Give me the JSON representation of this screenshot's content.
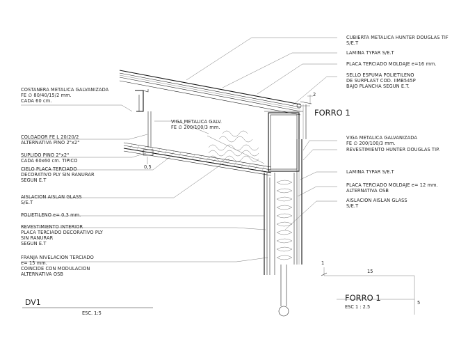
{
  "labels_right": [
    "CUBIERTA METALICA HUNTER DOUGLAS TIF",
    "S/E.T",
    "LAMINA TYPAR S/E.T",
    "PLACA TERCIADO MOLDAJE e=16 mm.",
    "SELLO ESPUMA POLIETILENO",
    "DE SURPLAST COD. IIMB545P",
    "BAJO PLANCHA SEGUN E.T.",
    "VIGA METALICA GALVANIZADA",
    "FE ∅ 200/100/3 mm.",
    "REVESTIMIENTO HUNTER DOUGLAS TIP.",
    "LAMINA TYPAR S/E.T",
    "PLACA TERCIADO MOLDAJE e= 12 mm.",
    "ALTERNATIVA OSB",
    "AISLACION AISLAN GLASS",
    "S/E.T"
  ],
  "labels_left": [
    "COSTANERA METALICA GALVANIZADA",
    "FE ∅ 80/40/15/2 mm.",
    "CADA 60 cm.",
    "COLGADOR FE L 20/20/2",
    "ALTERNATIVA PINO 2\"x2\"",
    "SUPLIDO PINO 2\"x2\"",
    "CADA 60x60 cm. TIPICO",
    "CIELO PLACA TERCIADO",
    "DECORATIVO PLY SIN RANURAR",
    "SEGUN E.T",
    "AISLACION AISLAN GLASS",
    "S/E.T",
    "POLIETILENO e= 0,3 mm.",
    "REVESTIMIENTO INTERIOR",
    "PLACA TERCIADO DECORATIVO PLY",
    "SIN RANURAR",
    "SEGUN E.T",
    "FRANJA NIVELACION TERCIADO",
    "e= 15 mm.",
    "COINCIDE CON MODULACION",
    "ALTERNATIVA OSB"
  ],
  "center_labels": {
    "viga_1": "VIGA METALICA GALV.",
    "viga_2": "FE ∅ 200/100/3 mm.",
    "forro_tag": "FORRO 1",
    "dim_05": "0,5",
    "dim_2": "2"
  },
  "titles": {
    "left_title": "DV1",
    "left_scale": "ESC. 1:5",
    "right_title": "FORRO  1",
    "right_scale": "ESC   1 : 2.5",
    "dim_1": "1",
    "dim_15": "15",
    "dim_5": "5"
  }
}
